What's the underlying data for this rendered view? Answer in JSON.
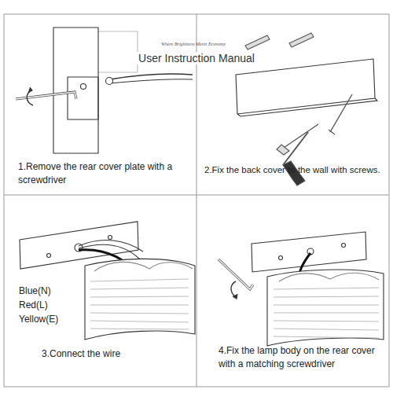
{
  "diagram": {
    "title": "User Instruction Manual",
    "nodes": [
      {
        "text": [
          "1.Remove the rear cover plate with a screwdriver"
        ]
      },
      {
        "text": [
          "2.Fix the back cover to the wall with screws."
        ]
      },
      {
        "text": [
          "3.Connect the wire"
        ]
      },
      {
        "text": [
          "4.Fix the lamp body on the rear cover with a matching screwdriver"
        ]
      }
    ],
    "labels": [
      "Where Brightness Meets Economy",
      "Blue(N)",
      "Red(L)",
      "Yellow(E)"
    ]
  }
}
